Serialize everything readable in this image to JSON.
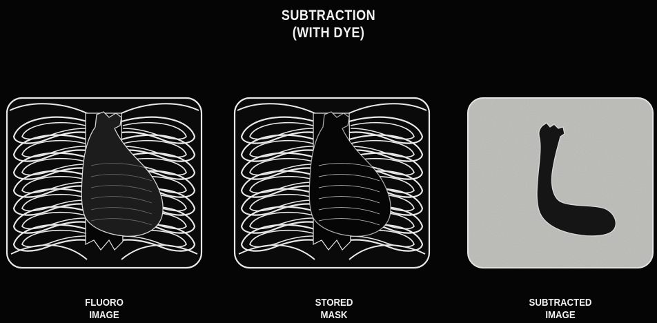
{
  "header": {
    "title_line1": "SUBTRACTION",
    "title_line2": "(WITH DYE)"
  },
  "panels": [
    {
      "caption_line1": "FLUORO",
      "caption_line2": "IMAGE"
    },
    {
      "caption_line1": "STORED",
      "caption_line2": "MASK"
    },
    {
      "caption_line1": "SUBTRACTED",
      "caption_line2": "IMAGE"
    }
  ],
  "colors": {
    "background": "#050505",
    "line": "#e8e8e8",
    "dye": "#1c1c1c",
    "subtracted_background": "#b4b4b0"
  }
}
